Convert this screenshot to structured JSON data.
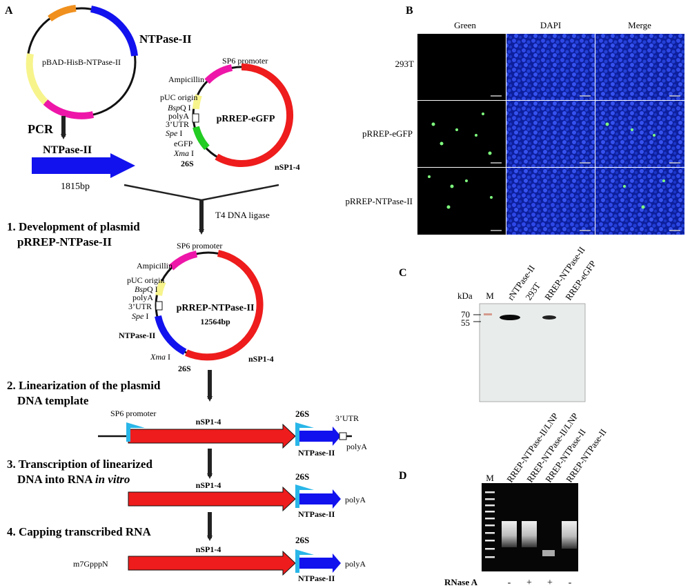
{
  "panel_letters": {
    "a": "A",
    "b": "B",
    "c": "C",
    "d": "D"
  },
  "colors": {
    "red": "#ee1c1c",
    "blue": "#1212ee",
    "orange": "#f0901e",
    "magenta": "#ee16a8",
    "yellow": "#f7f48c",
    "green": "#22cc22",
    "cyan": "#29b6e8",
    "black": "#111111"
  },
  "panel_a": {
    "plasmid1": {
      "name": "pBAD-HisB-NTPase-II",
      "insert": "NTPase-II"
    },
    "pcr": {
      "label": "PCR",
      "product": "NTPase-II",
      "size": "1815bp"
    },
    "plasmid2": {
      "name": "pRREP-eGFP",
      "promoter": "SP6 promoter",
      "amp": "Ampicillin",
      "puc": "pUC origin",
      "bspq_italic": "Bsp",
      "bspq_rest": "Q I",
      "polya": "polyA",
      "utr": "3’UTR",
      "spe_italic": "Spe",
      "spe_rest": " I",
      "egfp": "eGFP",
      "xma_italic": "Xma",
      "xma_rest": " I",
      "s26": "26S",
      "nsp": "nSP1-4"
    },
    "ligase": "T4 DNA ligase",
    "step1": {
      "line1": "1. Development of plasmid",
      "line2": "pRREP-NTPase-II"
    },
    "plasmid3": {
      "name": "pRREP-NTPase-II",
      "size": "12564bp",
      "promoter": "SP6 promoter",
      "amp": "Ampicillin",
      "puc": "pUC origin",
      "polya": "polyA",
      "utr": "3’UTR",
      "insert": "NTPase-II",
      "s26": "26S",
      "nsp": "nSP1-4"
    },
    "step2": {
      "line1": "2. Linearization of the plasmid",
      "line2": "DNA template"
    },
    "step3": {
      "line1": "3. Transcription of linearized",
      "line2a": "DNA into RNA ",
      "line2b": "in vitro"
    },
    "step4": {
      "line1": "4. Capping transcribed RNA"
    },
    "linear": {
      "sp6": "SP6 promoter",
      "nsp": "nSP1-4",
      "s26": "26S",
      "utr": "3’UTR",
      "insert": "NTPase-II",
      "polya": "polyA",
      "cap": "m7GpppN"
    }
  },
  "panel_b": {
    "columns": [
      "Green",
      "DAPI",
      "Merge"
    ],
    "rows": [
      "293T",
      "pRREP-eGFP",
      "pRREP-NTPase-II"
    ]
  },
  "panel_c": {
    "kda": "kDa",
    "marker": "M",
    "lanes": [
      "rNTPase-II",
      "293T",
      "RREP-NTPase-II",
      "RREP-eGFP"
    ],
    "mw": [
      "70",
      "55"
    ]
  },
  "panel_d": {
    "marker": "M",
    "lanes": [
      "RREP-NTPase-II/LNP",
      "RREP-NTPase-II/LNP",
      "RREP-NTPase-II",
      "RREP-NTPase-II"
    ],
    "rnase_label": "RNase A",
    "rnase": [
      "-",
      "+",
      "+",
      "-"
    ]
  }
}
